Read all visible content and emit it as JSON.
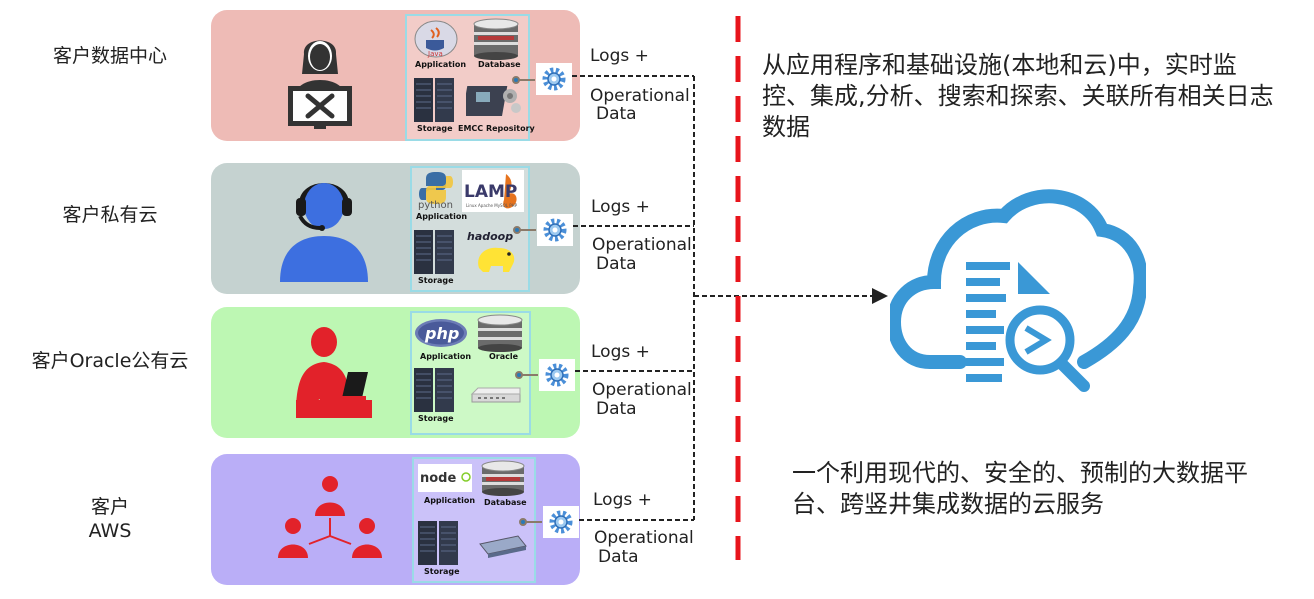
{
  "rows": [
    {
      "label": "客户数据中心",
      "tiles": [
        "Application",
        "Database",
        "Storage",
        "EMCC Repository"
      ],
      "logs_label": "Logs +",
      "op_label": "Operational",
      "data_label": "Data"
    },
    {
      "label": "客户私有云",
      "tiles": [
        "python",
        "Application",
        "LAMP",
        "Storage",
        "hadoop"
      ],
      "logs_label": "Logs +",
      "op_label": "Operational",
      "data_label": "Data"
    },
    {
      "label": "客户Oracle公有云",
      "tiles": [
        "php",
        "Application",
        "Oracle",
        "Storage"
      ],
      "logs_label": "Logs +",
      "op_label": "Operational",
      "data_label": "Data"
    },
    {
      "label_line1": "客户",
      "label_line2": "AWS",
      "tiles": [
        "node",
        "Application",
        "Database",
        "Storage"
      ],
      "logs_label": "Logs +",
      "op_label": "Operational",
      "data_label": "Data"
    }
  ],
  "right": {
    "top_text": "从应用程序和基础设施(本地和云)中，实时监控、集成,分析、搜索和探索、关联所有相关日志数据",
    "bottom_text": "一个利用现代的、安全的、预制的大数据平台、跨竖井集成数据的云服务"
  },
  "colors": {
    "row1_bg": "#eebbb6",
    "row2_bg": "#c5d2d0",
    "row3_bg": "#bdf7b3",
    "row4_bg": "#baaef7",
    "divider": "#e8141c",
    "cloud": "#3a98d6",
    "person_blue": "#3d6fe0",
    "person_red": "#e2222a"
  }
}
